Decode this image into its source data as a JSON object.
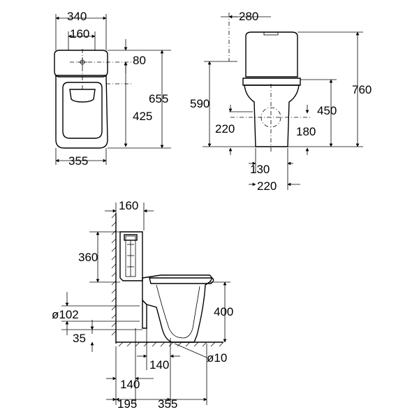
{
  "top_view": {
    "d_340": "340",
    "d_160": "160",
    "d_80": "80",
    "d_425": "425",
    "d_655": "655",
    "d_355": "355"
  },
  "front_view": {
    "d_280": "280",
    "d_590": "590",
    "d_220_left": "220",
    "d_760": "760",
    "d_450": "450",
    "d_180": "180",
    "d_130": "130",
    "d_220_bottom": "220"
  },
  "side_view": {
    "d_160": "160",
    "d_360": "360",
    "d_o102": "ø102",
    "d_400": "400",
    "d_35": "35",
    "d_140_mid": "140",
    "d_o10": "ø10",
    "d_140_low": "140",
    "d_195": "195",
    "d_355": "355"
  }
}
